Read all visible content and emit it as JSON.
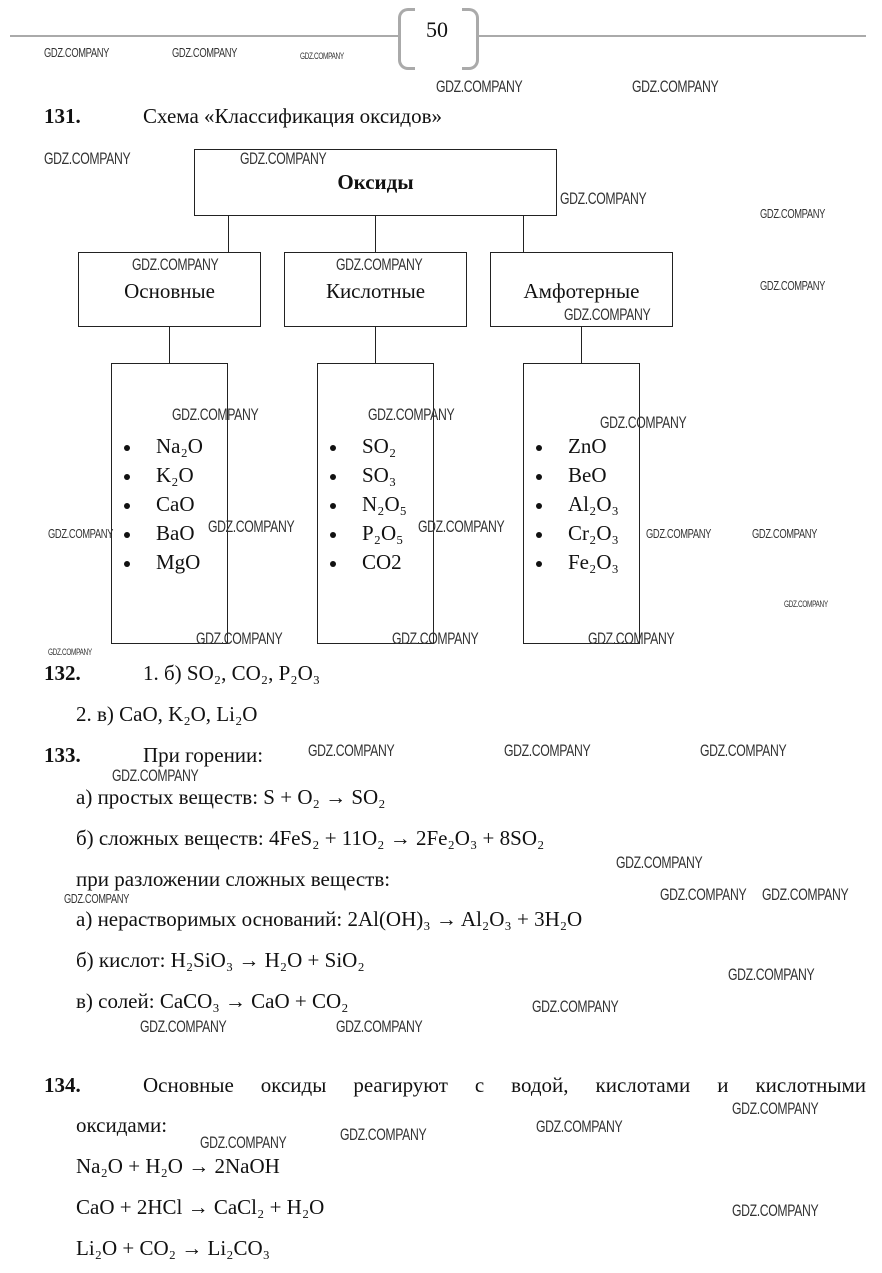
{
  "page_number": "50",
  "watermark": "GDZ.COMPANY",
  "task131": {
    "number": "131.",
    "title": "Схема «Классификация оксидов»",
    "root": "Оксиды",
    "groups": [
      {
        "label": "Основные",
        "items": [
          "Na₂O",
          "K₂O",
          "CaO",
          "BaO",
          "MgO"
        ]
      },
      {
        "label": "Кислотные",
        "items": [
          "SO₂",
          "SO₃",
          "N₂O₅",
          "P₂O₅",
          "CO2"
        ]
      },
      {
        "label": "Амфотерные",
        "items": [
          "ZnO",
          "BeO",
          "Al₂O₃",
          "Cr₂O₃",
          "Fe₂O₃"
        ]
      }
    ]
  },
  "task132": {
    "number": "132.",
    "line1": "1. б) SO₂, CO₂, P₂O₃",
    "line2": "2. в) CaO, K₂O, Li₂O"
  },
  "task133": {
    "number": "133.",
    "heading": "При горении:",
    "lines": [
      "а) простых веществ: S + O₂ → SO₂",
      "б) сложных веществ: 4FeS₂ + 11O₂ → 2Fe₂O₃ + 8SO₂",
      "при разложении сложных веществ:",
      "а) нерастворимых оснований: 2Al(OH)₃ → Al₂O₃ + 3H₂O",
      "б) кислот: H₂SiO₃ → H₂O + SiO₂",
      "в) солей: CaCO₃ → CaO + CO₂"
    ]
  },
  "task134": {
    "number": "134.",
    "text_line1": "Основные оксиды реагируют с водой, кислотами и кислотными",
    "text_line2": "оксидами:",
    "equations": [
      "Na₂O + H₂O  → 2NaOH",
      "CaO + 2HCl → CaCl₂ + H₂O",
      "Li₂O + CO₂ → Li₂CO₃"
    ]
  }
}
